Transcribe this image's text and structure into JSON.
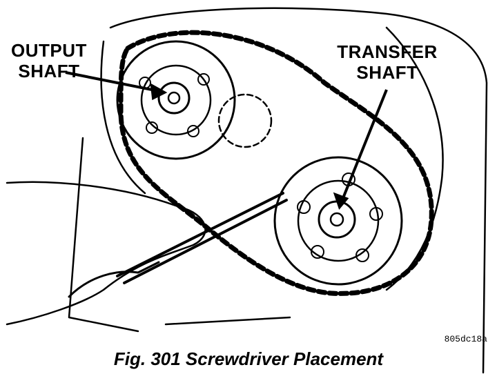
{
  "labels": {
    "output_shaft": [
      "OUTPUT",
      "SHAFT"
    ],
    "transfer_shaft": [
      "TRANSFER",
      "SHAFT"
    ]
  },
  "figure_code": "805dc18a",
  "caption": "Fig. 301 Screwdriver Placement",
  "colors": {
    "ink": "#000000",
    "paper": "#ffffff"
  }
}
